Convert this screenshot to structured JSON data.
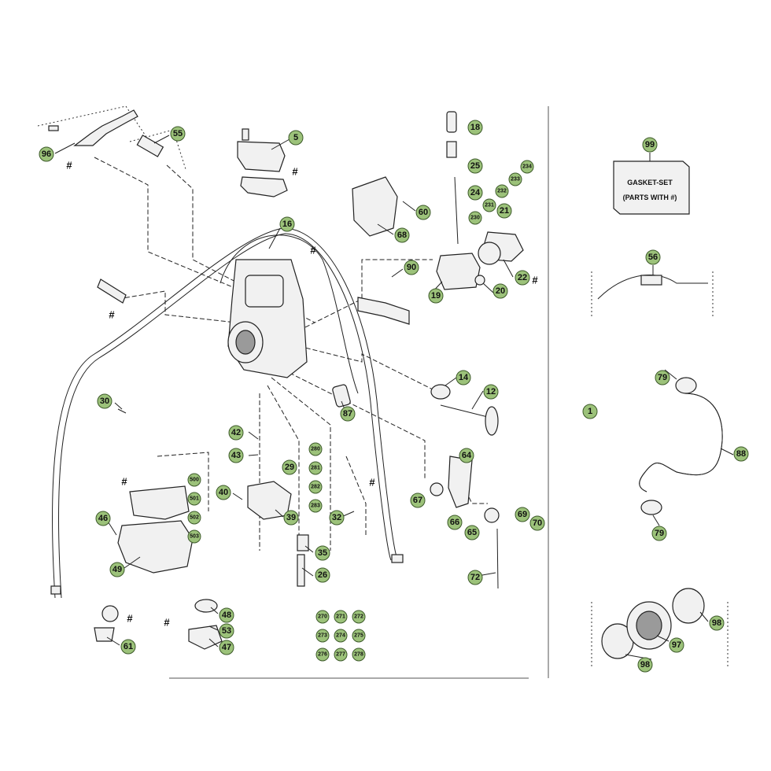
{
  "gasket_set": {
    "line1": "GASKET-SET",
    "line2": "(PARTS WITH #)"
  },
  "hash_mark": "#",
  "callouts": [
    {
      "id": "96"
    },
    {
      "id": "55"
    },
    {
      "id": "5"
    },
    {
      "id": "18"
    },
    {
      "id": "25"
    },
    {
      "id": "24"
    },
    {
      "id": "234"
    },
    {
      "id": "233"
    },
    {
      "id": "232"
    },
    {
      "id": "231"
    },
    {
      "id": "230"
    },
    {
      "id": "21"
    },
    {
      "id": "60"
    },
    {
      "id": "68"
    },
    {
      "id": "16"
    },
    {
      "id": "22"
    },
    {
      "id": "90"
    },
    {
      "id": "19"
    },
    {
      "id": "20"
    },
    {
      "id": "99"
    },
    {
      "id": "56"
    },
    {
      "id": "14"
    },
    {
      "id": "12"
    },
    {
      "id": "30"
    },
    {
      "id": "87"
    },
    {
      "id": "79"
    },
    {
      "id": "1"
    },
    {
      "id": "88"
    },
    {
      "id": "42"
    },
    {
      "id": "43"
    },
    {
      "id": "280"
    },
    {
      "id": "281"
    },
    {
      "id": "282"
    },
    {
      "id": "283"
    },
    {
      "id": "29"
    },
    {
      "id": "64"
    },
    {
      "id": "500"
    },
    {
      "id": "501"
    },
    {
      "id": "502"
    },
    {
      "id": "503"
    },
    {
      "id": "40"
    },
    {
      "id": "39"
    },
    {
      "id": "32"
    },
    {
      "id": "67"
    },
    {
      "id": "66"
    },
    {
      "id": "65"
    },
    {
      "id": "69"
    },
    {
      "id": "70"
    },
    {
      "id": "46"
    },
    {
      "id": "49"
    },
    {
      "id": "35"
    },
    {
      "id": "26"
    },
    {
      "id": "72"
    },
    {
      "id": "48"
    },
    {
      "id": "53"
    },
    {
      "id": "47"
    },
    {
      "id": "61"
    },
    {
      "id": "270"
    },
    {
      "id": "271"
    },
    {
      "id": "272"
    },
    {
      "id": "273"
    },
    {
      "id": "274"
    },
    {
      "id": "275"
    },
    {
      "id": "276"
    },
    {
      "id": "277"
    },
    {
      "id": "278"
    },
    {
      "id": "98"
    },
    {
      "id": "97"
    }
  ],
  "colors": {
    "callout_fill": "#9cc27a",
    "line": "#222222"
  }
}
